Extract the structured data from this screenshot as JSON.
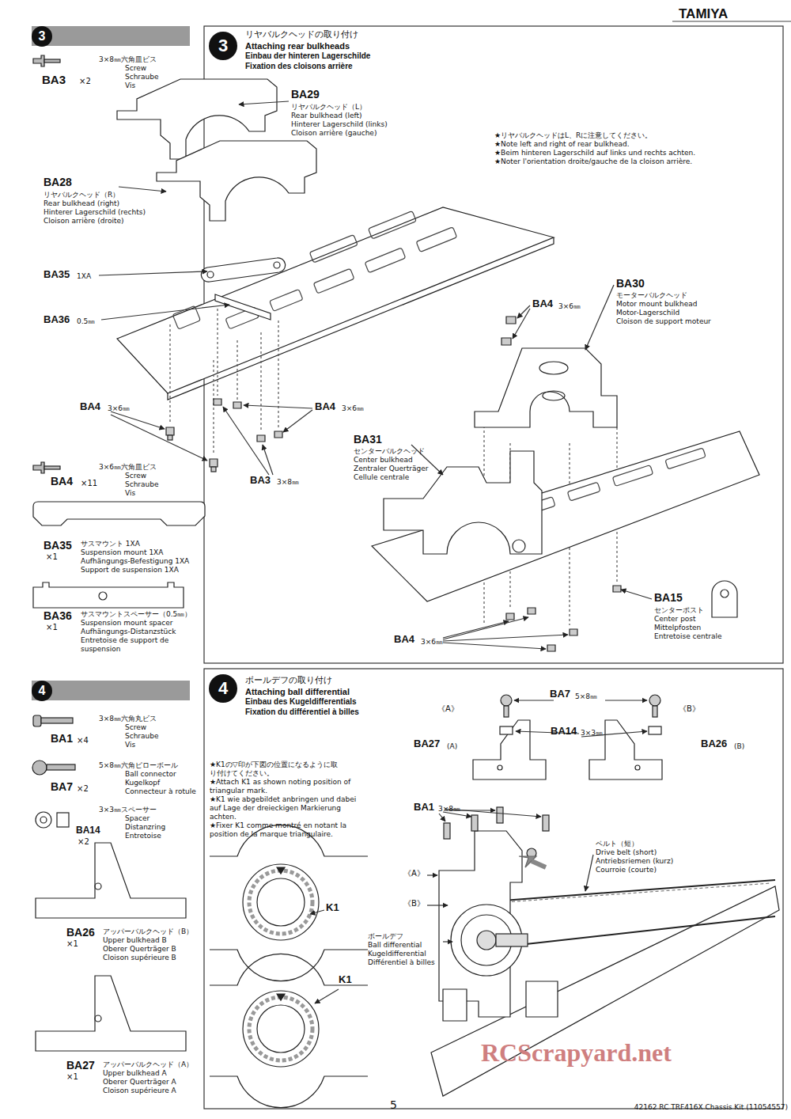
{
  "diagram": {
    "nodes": [
      {
        "text": [
          "3"
        ]
      },
      {
        "text": [
          "3"
        ]
      },
      {
        "text": [
          "4"
        ]
      },
      {
        "text": [
          "4"
        ]
      }
    ],
    "labels": [
      "TAMIYA",
      "リヤバルクヘッドの取り付け",
      "Attaching rear bulkheads",
      "Einbau der hinteren Lagerschilde",
      "Fixation des cloisons arrière",
      "3×8㎜六角皿ビス",
      "Screw",
      "Schraube",
      "Vis",
      "BA3",
      "×2",
      "BA29",
      "リヤバルクヘッド（L）",
      "Rear bulkhead (left)",
      "Hinterer Lagerschild (links)",
      "Cloison arrière (gauche)",
      "★リヤバルクヘッドはL、Rに注意してください。",
      "★Note left and right of rear bulkhead.",
      "★Beim hinteren Lagerschild auf links und rechts achten.",
      "★Noter l'orientation droite/gauche de la cloison arrière.",
      "BA28",
      "リヤバルクヘッド（R）",
      "Rear bulkhead (right)",
      "Hinterer Lagerschild (rechts)",
      "Cloison arrière (droite)",
      "BA35",
      "1XA",
      "BA36",
      "0.5㎜",
      "BA30",
      "モーターバルクヘッド",
      "Motor mount bulkhead",
      "Motor-Lagerschild",
      "Cloison de support moteur",
      "BA4",
      "3×6㎜",
      "BA4",
      "3×6㎜",
      "BA4",
      "3×6㎜",
      "BA31",
      "センターバルクヘッド",
      "Center bulkhead",
      "Zentraler Querträger",
      "Cellule centrale",
      "3×6㎜六角皿ビス",
      "Screw",
      "Schraube",
      "Vis",
      "BA4",
      "×11",
      "BA3",
      "3×8㎜",
      "BA35",
      "×1",
      "サスマウント 1XA",
      "Suspension mount 1XA",
      "Aufhängungs-Befestigung 1XA",
      "Support de suspension 1XA",
      "BA15",
      "センターポスト",
      "Center post",
      "Mittelpfosten",
      "Entretoise centrale",
      "BA36",
      "×1",
      "サスマウントスペーサー（0.5㎜）",
      "Suspension mount spacer",
      "Aufhängungs-Distanzstück",
      "Entretoise de support de",
      "suspension",
      "BA4",
      "3×6㎜",
      "ボールデフの取り付け",
      "Attaching ball differential",
      "Einbau des Kugeldifferentials",
      "Fixation du différentiel à billes",
      "BA7",
      "5×8㎜",
      "《A》",
      "《B》",
      "3×8㎜六角丸ビス",
      "Screw",
      "Schraube",
      "Vis",
      "BA1",
      "×4",
      "BA14",
      "3×3㎜",
      "BA27",
      "(A)",
      "BA26",
      "(B)",
      "★K1の▽印が下図の位置になるように取",
      "り付けてください。",
      "★Attach K1 as shown noting position of",
      "triangular mark.",
      "★K1 wie abgebildet anbringen und dabei",
      "auf Lage der dreieckigen Markierung",
      "achten.",
      "★Fixer K1 comme montré en notant la",
      "position de la marque triangulaire.",
      "5×8㎜六角ピローボール",
      "Ball connector",
      "Kugelkopf",
      "Connecteur à rotule",
      "BA7",
      "×2",
      "BA1",
      "3×8㎜",
      "3×3㎜スペーサー",
      "Spacer",
      "Distanzring",
      "Entretoise",
      "BA14",
      "×2",
      "ベルト（短）",
      "Drive belt (short)",
      "Antriebsriemen (kurz)",
      "Courroie (courte)",
      "《A》",
      "《B》",
      "K1",
      "ボールデフ",
      "Ball differential",
      "Kugeldifferential",
      "Différentiel à billes",
      "BA26",
      "×1",
      "アッパーバルクヘッド（B）",
      "Upper bulkhead B",
      "Oberer Querträger B",
      "Cloison supérieure B",
      "K1",
      "RCScrapyard.net",
      "BA27",
      "×1",
      "アッパーバルクヘッド（A）",
      "Upper bulkhead A",
      "Oberer Querträger A",
      "Cloison supérieure A",
      "5",
      "42162 RC TRF416X Chassis Kit (11054557)"
    ]
  }
}
